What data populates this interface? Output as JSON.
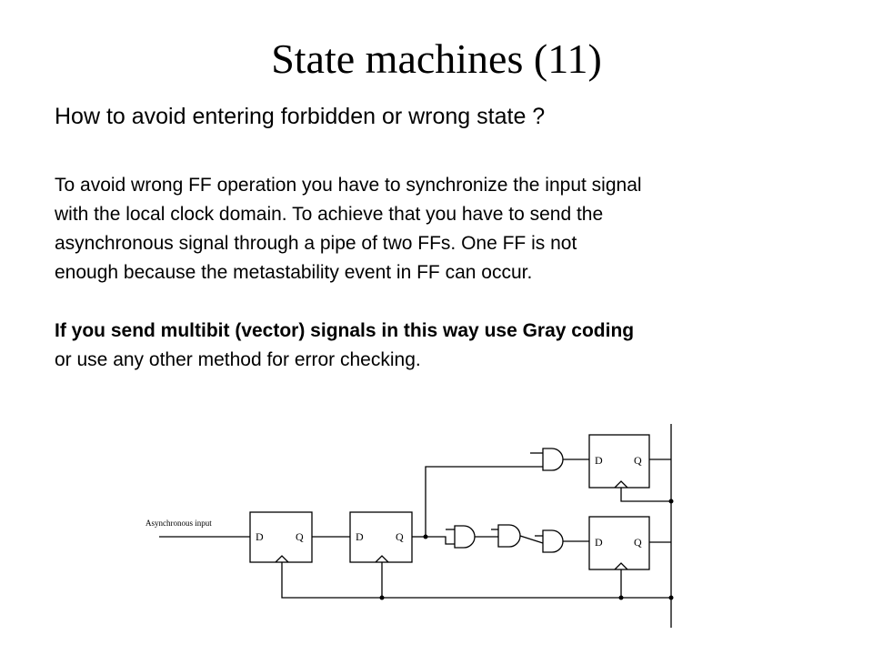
{
  "slide": {
    "title": "State machines (11)",
    "subtitle": "How to avoid entering forbidden or wrong state ?",
    "paragraph_lines": [
      "To avoid wrong FF operation you have to synchronize the input signal",
      "with the local clock domain. To achieve that you have to send the",
      "asynchronous signal through a pipe of two FFs. One FF is not",
      "enough because the metastability event in FF can occur."
    ],
    "bold_lines": [
      "If you send multibit (vector) signals in this way use Gray coding",
      "or use any other method for error checking."
    ]
  },
  "diagram": {
    "input_label": "Asynchronous input",
    "ff1": {
      "d": "D",
      "q": "Q"
    },
    "ff2": {
      "d": "D",
      "q": "Q"
    },
    "ff3": {
      "d": "D",
      "q": "Q"
    },
    "ff4": {
      "d": "D",
      "q": "Q"
    }
  }
}
